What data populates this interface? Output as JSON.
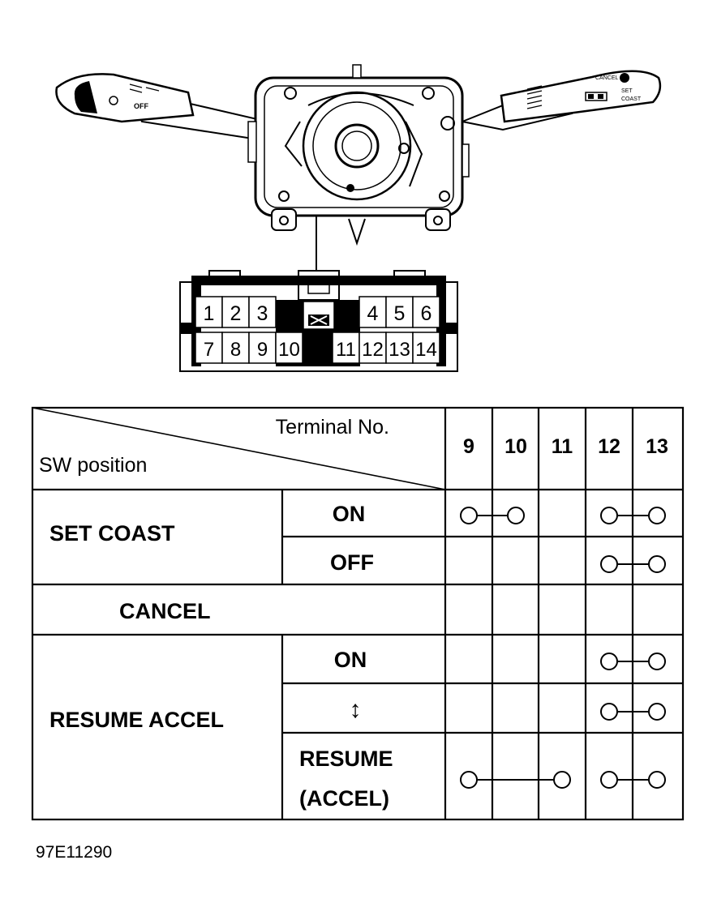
{
  "connector": {
    "pins_top": [
      "1",
      "2",
      "3",
      "4",
      "5",
      "6"
    ],
    "pins_bottom": [
      "7",
      "8",
      "9",
      "10",
      "11",
      "12",
      "13",
      "14"
    ]
  },
  "lever_left": {
    "off_label": "OFF"
  },
  "lever_right": {
    "set_label": "SET",
    "coast_label": "COAST",
    "cancel_label": "CANCEL"
  },
  "table": {
    "header_terminal": "Terminal No.",
    "header_sw": "SW position",
    "terminals": [
      "9",
      "10",
      "11",
      "12",
      "13"
    ],
    "rows": [
      {
        "group": "SET COAST",
        "sub": [
          "ON"
        ],
        "connections": [
          [
            "9",
            "10"
          ],
          [
            "12",
            "13"
          ]
        ]
      },
      {
        "group": "SET COAST",
        "sub": [
          "OFF"
        ],
        "connections": [
          [
            "12",
            "13"
          ]
        ]
      },
      {
        "group": "CANCEL",
        "sub": [],
        "connections": []
      },
      {
        "group": "RESUME ACCEL",
        "sub": [
          "ON"
        ],
        "connections": [
          [
            "12",
            "13"
          ]
        ]
      },
      {
        "group": "RESUME ACCEL",
        "sub": [
          "↕"
        ],
        "connections": [
          [
            "12",
            "13"
          ]
        ]
      },
      {
        "group": "RESUME ACCEL",
        "sub": [
          "RESUME",
          "(ACCEL)"
        ],
        "connections": [
          [
            "9",
            "11"
          ],
          [
            "12",
            "13"
          ]
        ]
      }
    ]
  },
  "figure_code": "97E11290"
}
